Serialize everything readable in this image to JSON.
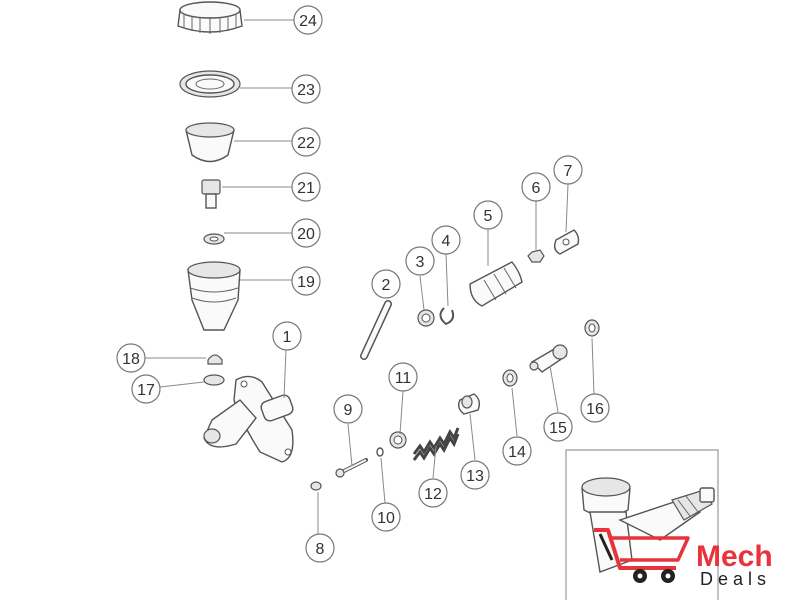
{
  "callouts": [
    "24",
    "23",
    "22",
    "21",
    "20",
    "19",
    "18",
    "17",
    "1",
    "2",
    "3",
    "4",
    "5",
    "6",
    "7",
    "8",
    "9",
    "10",
    "11",
    "12",
    "13",
    "14",
    "15",
    "16"
  ],
  "logo": {
    "word1": "Mech",
    "word2": "Deals",
    "color": "#e8333c"
  }
}
